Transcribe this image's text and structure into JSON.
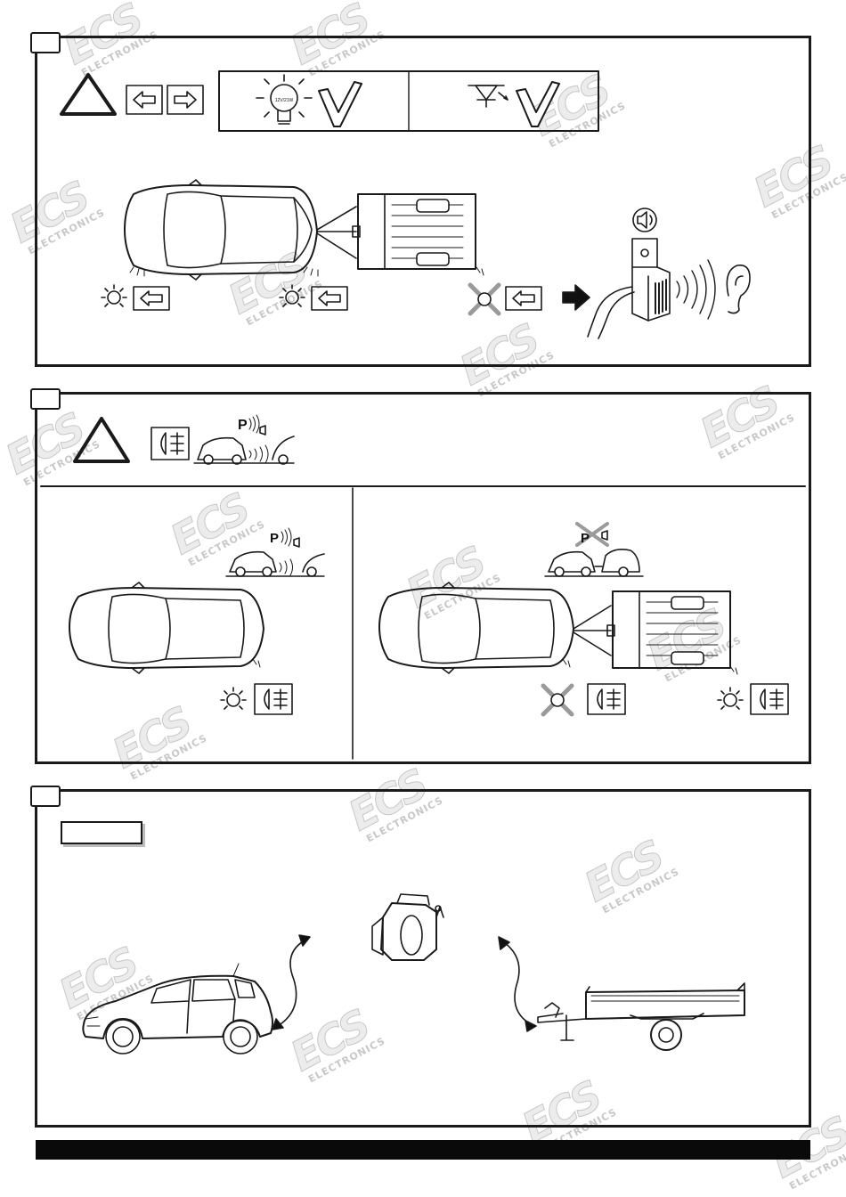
{
  "watermark": {
    "brand": "ECS",
    "subtitle": "ELECTRONICS"
  },
  "sections": [
    {
      "id": "1",
      "icons": [
        "warning-triangle-icon",
        "turn-left-icon",
        "turn-right-icon",
        "bulb-icon",
        "check-icon",
        "led-icon",
        "check-icon",
        "buzzer-icon",
        "ear-icon"
      ]
    },
    {
      "id": "2",
      "icons": [
        "warning-triangle-icon",
        "rear-fog-lamp-icon",
        "parking-sensor-icon"
      ]
    },
    {
      "id": "3",
      "icons": [
        "socket-icon",
        "car-icon",
        "trailer-icon"
      ]
    }
  ],
  "bulb_label": "12V/21W",
  "parking_label": "P",
  "colors": {
    "line": "#1a1a1a",
    "grey": "#9a9a9a",
    "watermark": "#d4d4d4",
    "footer": "#0a0a0a"
  }
}
